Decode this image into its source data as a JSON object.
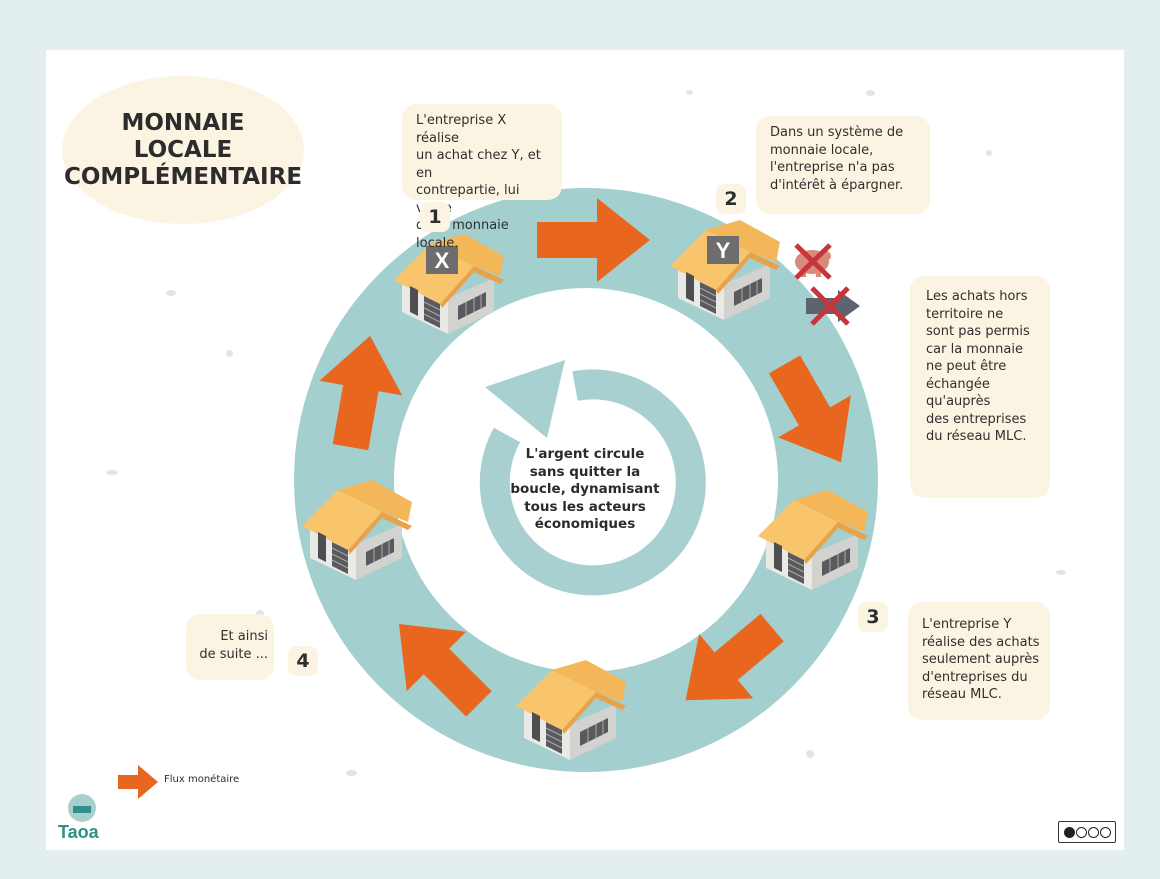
{
  "title": {
    "lines": [
      "MONNAIE",
      "LOCALE",
      "COMPLÉMENTAIRE"
    ]
  },
  "bubbles": {
    "step1_text": [
      "L'entreprise X réalise",
      "un achat chez Y, et en",
      "contrepartie, lui verse",
      "de la monnaie locale."
    ],
    "step2_text": [
      "Dans un système de",
      "monnaie locale,",
      "l'entreprise n'a pas",
      "d'intérêt à épargner."
    ],
    "outside_text": [
      "Les achats hors",
      "territoire ne",
      "sont pas permis",
      "car la monnaie",
      "ne peut être",
      "échangée",
      "qu'auprès",
      "des entreprises",
      "du réseau MLC."
    ],
    "step3_text": [
      "L'entreprise Y",
      "réalise des achats",
      "seulement auprès",
      "d'entreprises du",
      "réseau MLC."
    ],
    "step4_text": [
      "Et ainsi",
      "de suite ..."
    ]
  },
  "steps": {
    "n1": "1",
    "n2": "2",
    "n3": "3",
    "n4": "4"
  },
  "house_labels": {
    "x": "X",
    "y": "Y"
  },
  "center": {
    "lines": [
      "L'argent circule",
      "sans quitter la",
      "boucle, dynamisant",
      "tous les acteurs",
      "économiques"
    ]
  },
  "legend": {
    "label": "Flux monétaire"
  },
  "logo": {
    "name": "Taoa"
  },
  "icons": {
    "savings": "piggy-bank-icon",
    "outside": "exit-arrow-icon",
    "forbidden": "red-cross-icon",
    "license": "creative-commons-icon"
  },
  "colors": {
    "ring": "#a3cfcf",
    "arrow": "#e8661e",
    "bubble": "#fcf4e2",
    "roof": "#f8c46c",
    "wall": "#ededea",
    "cross": "#c8343c",
    "logo": "#2f8f8a"
  }
}
